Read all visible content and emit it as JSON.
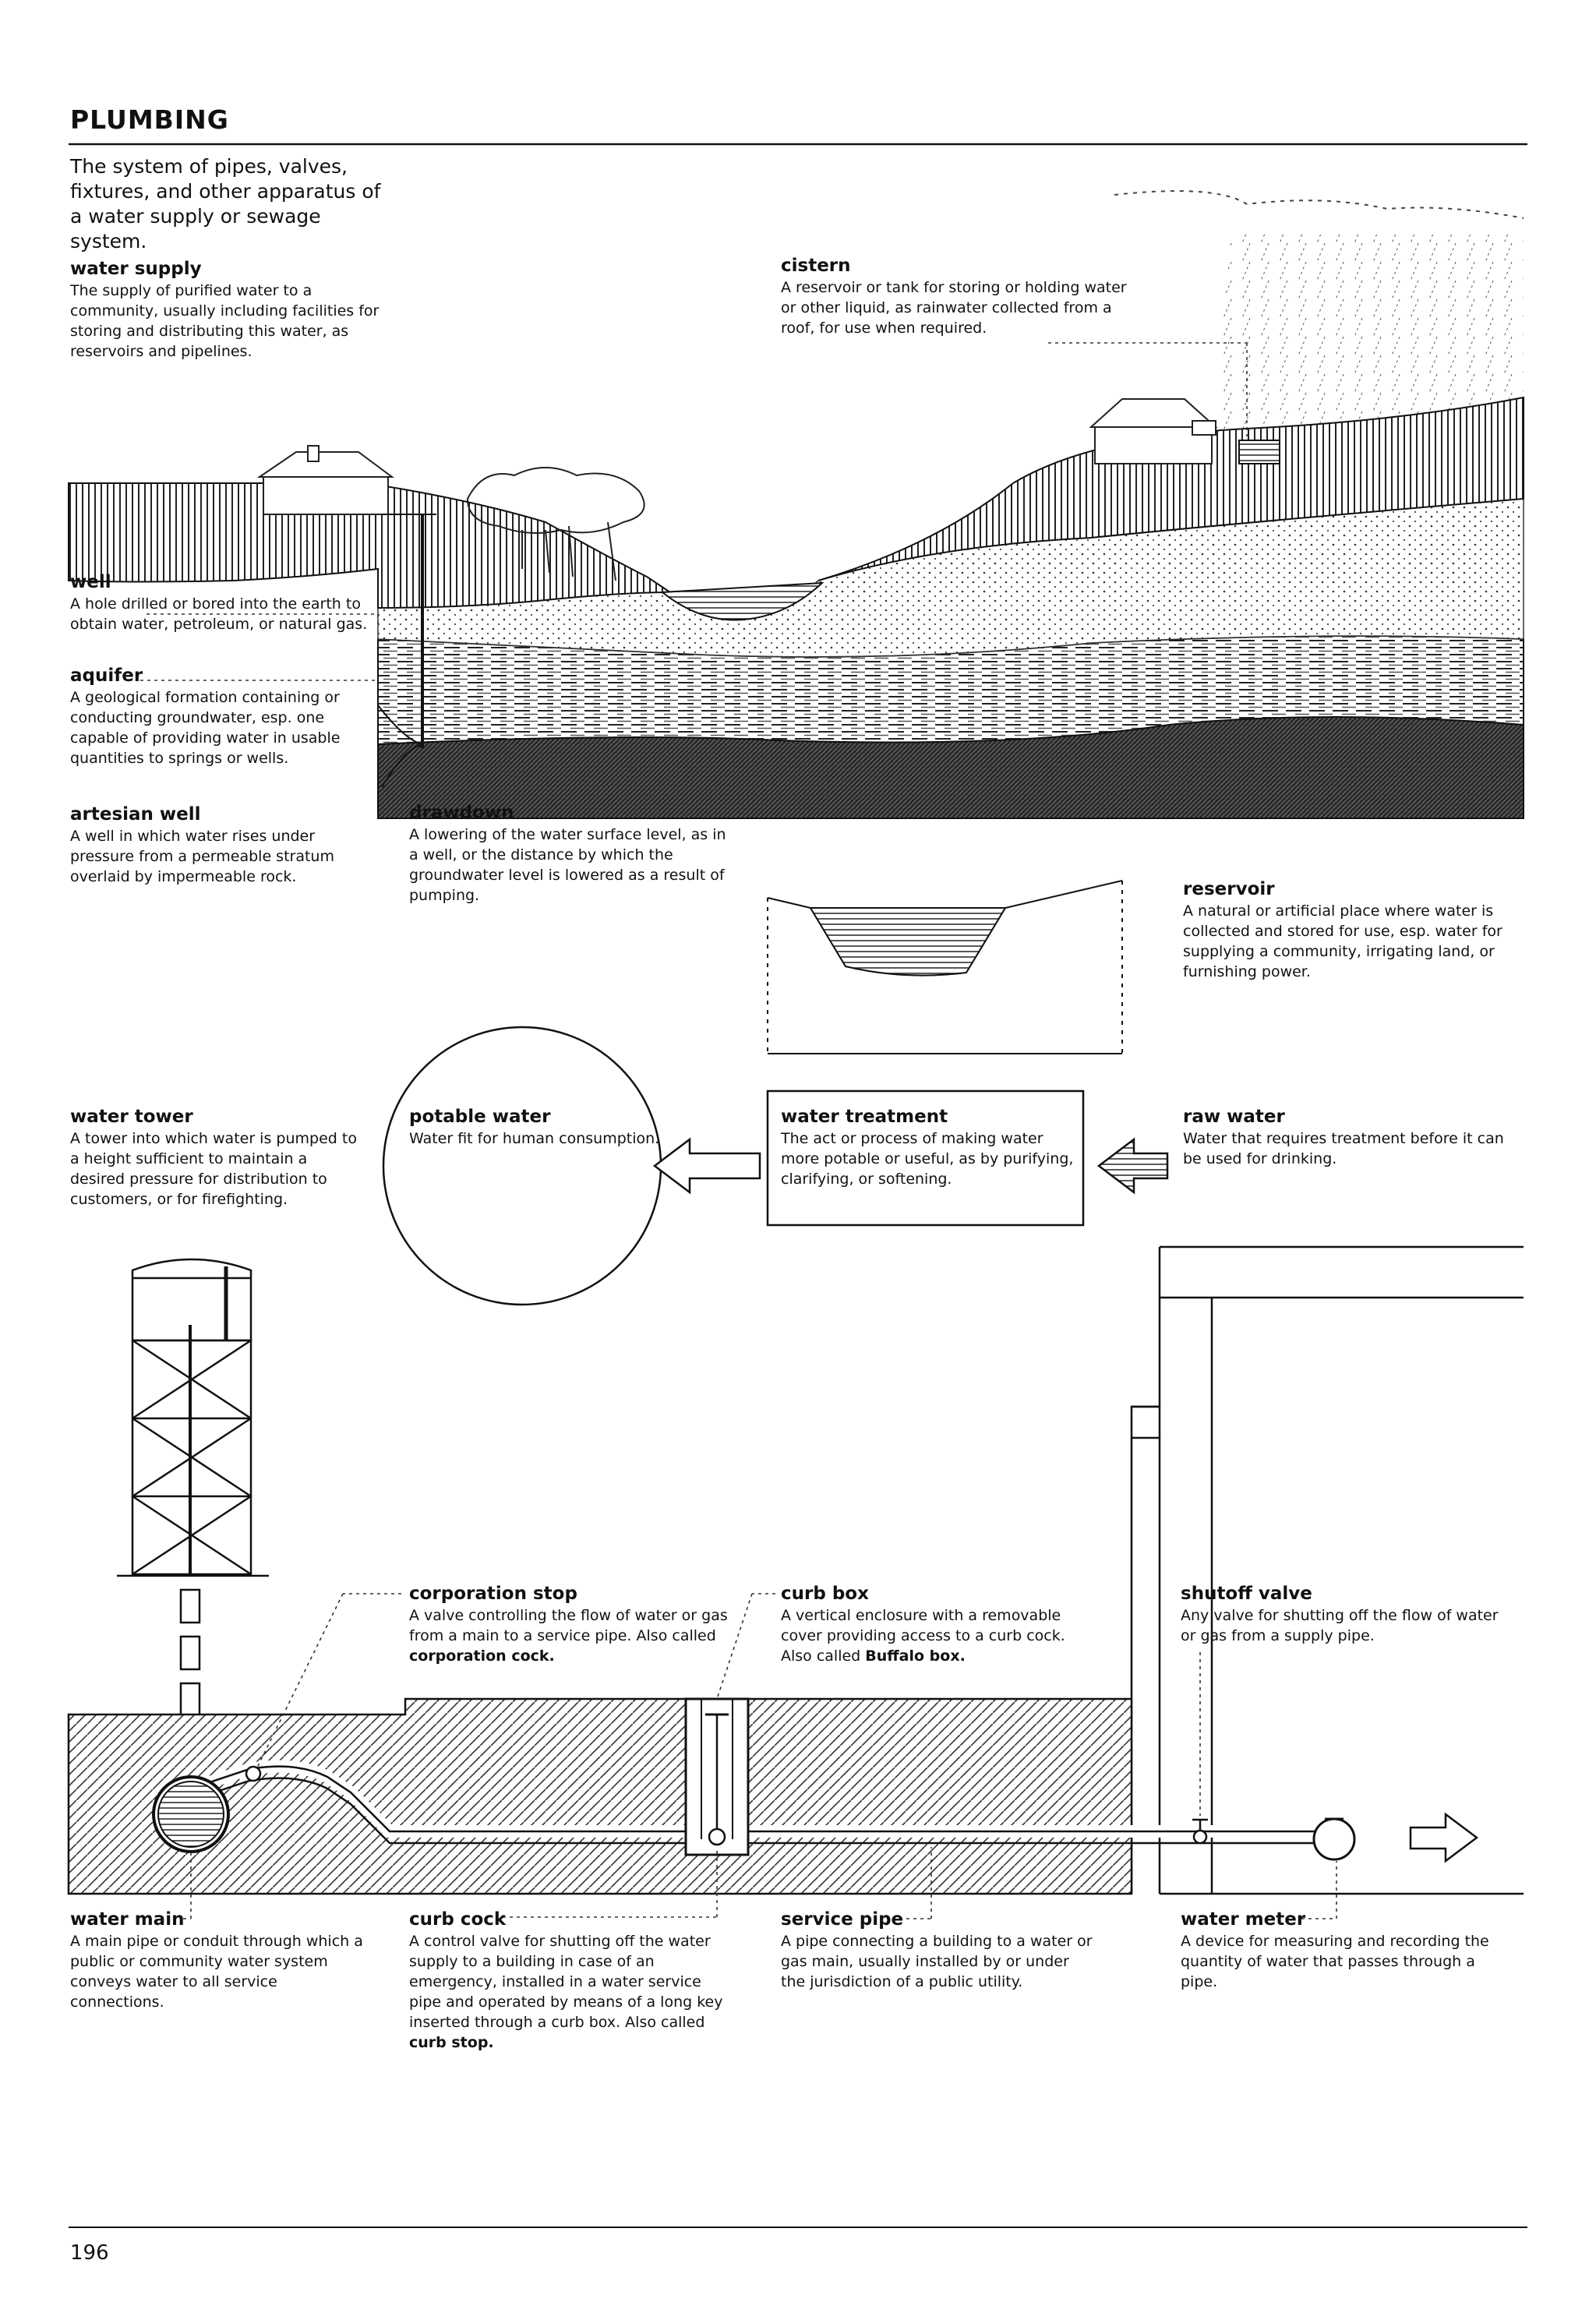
{
  "page": {
    "title": "PLUMBING",
    "intro": "The system of pipes, valves, fixtures, and other apparatus of a water supply or sewage system.",
    "page_number": "196"
  },
  "terms": {
    "water_supply": {
      "term": "water supply",
      "definition": "The supply of purified water to a community, usually including facilities for storing and distributing this water, as reservoirs and pipelines."
    },
    "cistern": {
      "term": "cistern",
      "definition": "A reservoir or tank for storing or holding water or other liquid, as rainwater collected from a roof, for use when required."
    },
    "well": {
      "term": "well",
      "definition": "A hole drilled or bored into the earth to obtain water, petroleum, or natural gas."
    },
    "aquifer": {
      "term": "aquifer",
      "definition": "A geological formation containing or conducting groundwater, esp. one capable of providing water in usable quantities to springs or wells."
    },
    "artesian_well": {
      "term": "artesian well",
      "definition": "A well in which water rises under pressure from a permeable stratum overlaid by impermeable rock."
    },
    "drawdown": {
      "term": "drawdown",
      "definition": "A lowering of the water surface level, as in a well, or the distance by which the groundwater level is lowered as a result of pumping."
    },
    "reservoir": {
      "term": "reservoir",
      "definition": "A natural or artificial place where water is collected and stored for use, esp. water for supplying a community, irrigating land, or furnishing power."
    },
    "water_tower": {
      "term": "water tower",
      "definition": "A tower into which water is pumped to a height sufficient to maintain a desired pressure for distribution to customers, or for firefighting."
    },
    "potable_water": {
      "term": "potable water",
      "definition": "Water fit for human consumption."
    },
    "water_treatment": {
      "term": "water treatment",
      "definition": "The act or process of making water more potable or useful, as by purifying, clarifying, or softening."
    },
    "raw_water": {
      "term": "raw water",
      "definition": "Water that requires treatment before it can be used for drinking."
    },
    "corporation_stop": {
      "term": "corporation stop",
      "definition": "A valve controlling the flow of water or gas from a main to a service pipe.",
      "also": "Also called ",
      "also_term": "corporation cock."
    },
    "curb_box": {
      "term": "curb box",
      "definition": "A vertical enclosure with a removable cover providing access to a curb cock.",
      "also": "Also called ",
      "also_term": "Buffalo box."
    },
    "shutoff_valve": {
      "term": "shutoff valve",
      "definition": "Any valve for shutting off the flow of water or gas from a supply pipe."
    },
    "water_main": {
      "term": "water main",
      "definition": "A main pipe or conduit through which a public or community water system conveys water to all service connections."
    },
    "curb_cock": {
      "term": "curb cock",
      "definition": "A control valve for shutting off the water supply to a building in case of an emergency, installed in a water service pipe and operated by means of a long key inserted through a curb box.",
      "also": "Also called ",
      "also_term": "curb stop."
    },
    "service_pipe": {
      "term": "service pipe",
      "definition": "A pipe connecting a building to a water or gas main, usually installed by or under the jurisdiction of a public utility."
    },
    "water_meter": {
      "term": "water meter",
      "definition": "A device for measuring and recording the quantity of water that passes through a pipe."
    }
  }
}
